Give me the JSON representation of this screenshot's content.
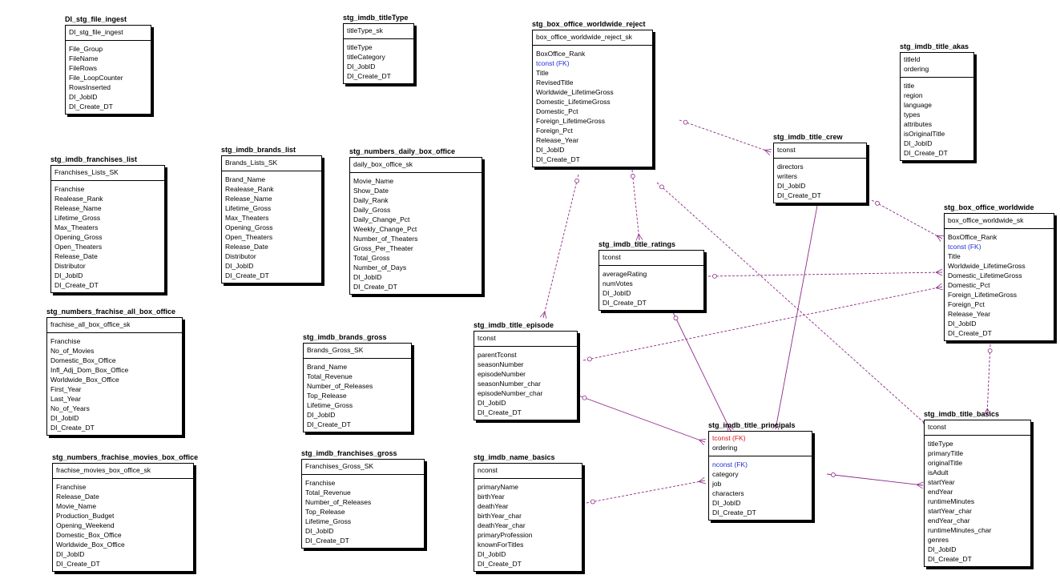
{
  "colors": {
    "relationship_line": "#8e2a8a",
    "fk_blue": "#1f2ed6",
    "fk_red": "#d21a1a"
  },
  "entities": [
    {
      "id": "di_stg_file_ingest",
      "name": "DI_stg_file_ingest",
      "pk": [
        "DI_stg_file_ingest"
      ],
      "attrs": [
        "File_Group",
        "FileName",
        "FileRows",
        "File_LoopCounter",
        "RowsInserted",
        "DI_JobID",
        "DI_Create_DT"
      ]
    },
    {
      "id": "stg_imdb_titletype",
      "name": "stg_imdb_titleType",
      "pk": [
        "titleType_sk"
      ],
      "attrs": [
        "titleType",
        "titleCategory",
        "DI_JobID",
        "DI_Create_DT"
      ]
    },
    {
      "id": "stg_box_office_worldwide_reject",
      "name": "stg_box_office_worldwide_reject",
      "pk": [
        "box_office_worldwide_reject_sk"
      ],
      "attrs": [
        "BoxOffice_Rank",
        "tconst (FK)",
        "Title",
        "RevisedTitle",
        "Worldwide_LifetimeGross",
        "Domestic_LifetimeGross",
        "Domestic_Pct",
        "Foreign_LifetimeGross",
        "Foreign_Pct",
        "Release_Year",
        "DI_JobID",
        "DI_Create_DT"
      ]
    },
    {
      "id": "stg_imdb_title_akas",
      "name": "stg_imdb_title_akas",
      "pk": [
        "titleId",
        "ordering"
      ],
      "attrs": [
        "title",
        "region",
        "language",
        "types",
        "attributes",
        "isOriginalTitle",
        "DI_JobID",
        "DI_Create_DT"
      ]
    },
    {
      "id": "stg_imdb_franchises_list",
      "name": "stg_imdb_franchises_list",
      "pk": [
        "Franchises_Lists_SK"
      ],
      "attrs": [
        "Franchise",
        "Realease_Rank",
        "Release_Name",
        "Lifetime_Gross",
        "Max_Theaters",
        "Opening_Gross",
        "Open_Theaters",
        "Release_Date",
        "Distributor",
        "DI_JobID",
        "DI_Create_DT"
      ]
    },
    {
      "id": "stg_imdb_brands_list",
      "name": "stg_imdb_brands_list",
      "pk": [
        "Brands_Lists_SK"
      ],
      "attrs": [
        "Brand_Name",
        "Realease_Rank",
        "Release_Name",
        "Lifetime_Gross",
        "Max_Theaters",
        "Opening_Gross",
        "Open_Theaters",
        "Release_Date",
        "Distributor",
        "DI_JobID",
        "DI_Create_DT"
      ]
    },
    {
      "id": "stg_numbers_daily_box_office",
      "name": "stg_numbers_daily_box_office",
      "pk": [
        "daily_box_office_sk"
      ],
      "attrs": [
        "Movie_Name",
        "Show_Date",
        "Daily_Rank",
        "Daily_Gross",
        "Daily_Change_Pct",
        "Weekly_Change_Pct",
        "Number_of_Theaters",
        "Gross_Per_Theater",
        "Total_Gross",
        "Number_of_Days",
        "DI_JobID",
        "DI_Create_DT"
      ]
    },
    {
      "id": "stg_imdb_title_crew",
      "name": "stg_imdb_title_crew",
      "pk": [
        "tconst"
      ],
      "attrs": [
        "directors",
        "writers",
        "DI_JobID",
        "DI_Create_DT"
      ]
    },
    {
      "id": "stg_box_office_worldwide",
      "name": "stg_box_office_worldwide",
      "pk": [
        "box_office_worldwide_sk"
      ],
      "attrs": [
        "BoxOffice_Rank",
        "tconst (FK)",
        "Title",
        "Worldwide_LifetimeGross",
        "Domestic_LifetimeGross",
        "Domestic_Pct",
        "Foreign_LifetimeGross",
        "Foreign_Pct",
        "Release_Year",
        "DI_JobID",
        "DI_Create_DT"
      ]
    },
    {
      "id": "stg_imdb_title_ratings",
      "name": "stg_imdb_title_ratings",
      "pk": [
        "tconst"
      ],
      "attrs": [
        "averageRating",
        "numVotes",
        "DI_JobID",
        "DI_Create_DT"
      ]
    },
    {
      "id": "stg_numbers_frachise_all_box_office",
      "name": "stg_numbers_frachise_all_box_office",
      "pk": [
        "frachise_all_box_office_sk"
      ],
      "attrs": [
        "Franchise",
        "No_of_Movies",
        "Domestic_Box_Office",
        "Infl_Adj_Dom_Box_Office",
        "Worldwide_Box_Office",
        "First_Year",
        "Last_Year",
        "No_of_Years",
        "DI_JobID",
        "DI_Create_DT"
      ]
    },
    {
      "id": "stg_imdb_title_episode",
      "name": "stg_imdb_title_episode",
      "pk": [
        "tconst"
      ],
      "attrs": [
        "parentTconst",
        "seasonNumber",
        "episodeNumber",
        "seasonNumber_char",
        "episodeNumber_char",
        "DI_JobID",
        "DI_Create_DT"
      ]
    },
    {
      "id": "stg_imdb_brands_gross",
      "name": "stg_imdb_brands_gross",
      "pk": [
        "Brands_Gross_SK"
      ],
      "attrs": [
        "Brand_Name",
        "Total_Revenue",
        "Number_of_Releases",
        "Top_Release",
        "Lifetime_Gross",
        "DI_JobID",
        "DI_Create_DT"
      ]
    },
    {
      "id": "stg_imdb_title_principals",
      "name": "stg_imdb_title_principals",
      "pk": [
        "tconst (FK)",
        "ordering"
      ],
      "attrs": [
        "nconst (FK)",
        "category",
        "job",
        "characters",
        "DI_JobID",
        "DI_Create_DT"
      ]
    },
    {
      "id": "stg_imdb_title_basics",
      "name": "stg_imdb_title_basics",
      "pk": [
        "tconst"
      ],
      "attrs": [
        "titleType",
        "primaryTitle",
        "originalTitle",
        "isAdult",
        "startYear",
        "endYear",
        "runtimeMinutes",
        "startYear_char",
        "endYear_char",
        "runtimeMinutes_char",
        "genres",
        "DI_JobID",
        "DI_Create_DT"
      ]
    },
    {
      "id": "stg_numbers_frachise_movies_box_office",
      "name": "stg_numbers_frachise_movies_box_office",
      "pk": [
        "frachise_movies_box_office_sk"
      ],
      "attrs": [
        "Franchise",
        "Release_Date",
        "Movie_Name",
        "Production_Budget",
        "Opening_Weekend",
        "Domestic_Box_Office",
        "Worldwide_Box_Office",
        "DI_JobID",
        "DI_Create_DT"
      ]
    },
    {
      "id": "stg_imdb_franchises_gross",
      "name": "stg_imdb_franchises_gross",
      "pk": [
        "Franchises_Gross_SK"
      ],
      "attrs": [
        "Franchise",
        "Total_Revenue",
        "Number_of_Releases",
        "Top_Release",
        "Lifetime_Gross",
        "DI_JobID",
        "DI_Create_DT"
      ]
    },
    {
      "id": "stg_imdb_name_basics",
      "name": "stg_imdb_name_basics",
      "pk": [
        "nconst"
      ],
      "attrs": [
        "primaryName",
        "birthYear",
        "deathYear",
        "birthYear_char",
        "deathYear_char",
        "primaryProfession",
        "knownForTitles",
        "DI_JobID",
        "DI_Create_DT"
      ]
    }
  ]
}
